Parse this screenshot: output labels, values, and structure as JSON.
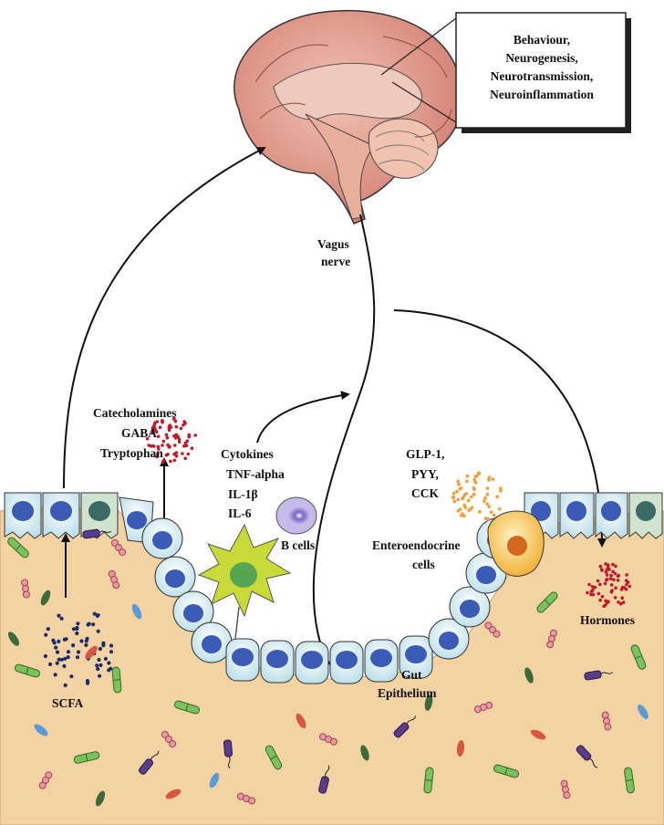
{
  "colors": {
    "lumen": "#f3d3a3",
    "brain": "#d98a7c",
    "cell_fill": "#d9eef2",
    "nucleus": "#3b5bb5",
    "dendritic": "#c9d93a",
    "bcell": "#b9aee0",
    "entero": "#f2c14a",
    "dots_red": "#c0182b",
    "dots_orange": "#f0a040",
    "dots_navy": "#1d2a6b"
  },
  "icons": [
    "brain-icon",
    "dendritic-cell-icon",
    "b-cell-icon",
    "enteroendocrine-cell-icon",
    "bacteria-icon"
  ],
  "labels": {
    "box_lines": [
      "Behaviour,",
      "Neurogenesis,",
      "Neurotransmission,",
      "Neuroinflammation"
    ],
    "vagus": [
      "Vagus",
      "nerve"
    ],
    "neuro": [
      "Catecholamines",
      "GABA",
      "Tryptophan"
    ],
    "cytokines": [
      "Cytokines",
      "TNF-alpha",
      "IL-1β",
      "IL-6"
    ],
    "b_cells": "B cells",
    "gut_hormones": [
      "GLP-1,",
      "PYY,",
      "CCK"
    ],
    "entero": [
      "Enteroendocrine",
      "cells"
    ],
    "hormones": "Hormones",
    "scfa": "SCFA",
    "gut_epithelium": [
      "Gut",
      "Epithelium"
    ]
  }
}
